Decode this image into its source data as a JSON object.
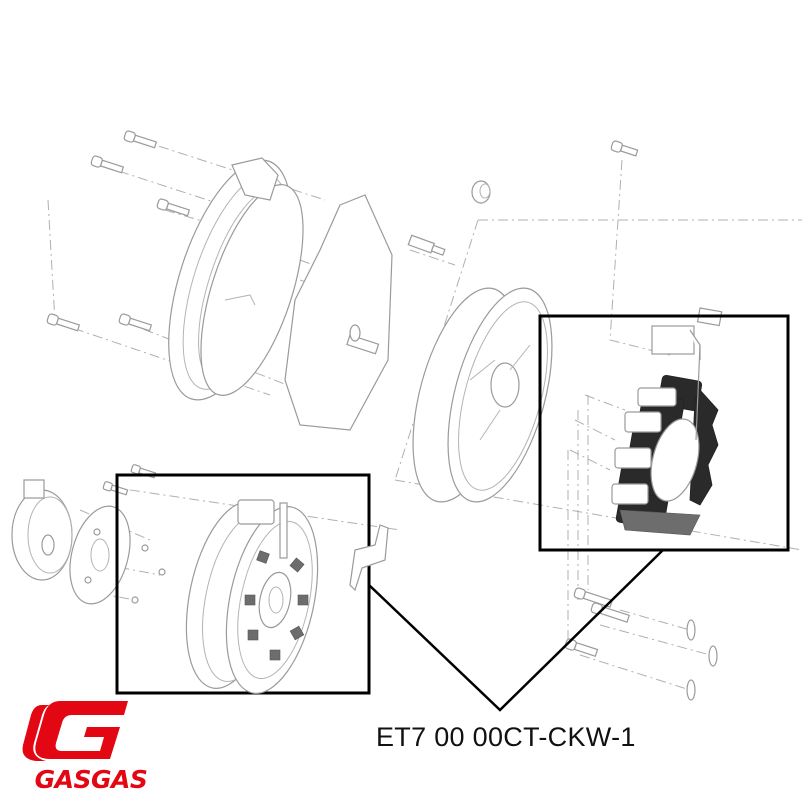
{
  "diagram": {
    "type": "exploded-parts-view",
    "subject": "stator / ignition assembly",
    "part_number": "ET7 00 00CT-CKW-1",
    "callouts": [
      {
        "id": "stator-detail",
        "description": "Stator coil detail (right)"
      },
      {
        "id": "rotor-stator-assembly",
        "description": "Assembled stator with cover (left)"
      }
    ]
  },
  "brand": {
    "name": "GASGAS",
    "logo_letter": "G",
    "color": "#e30613"
  }
}
